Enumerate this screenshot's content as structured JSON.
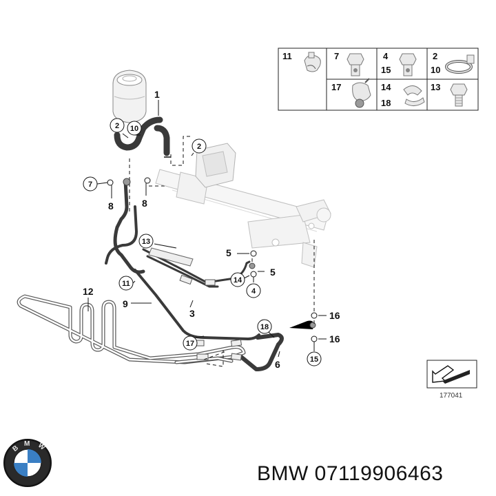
{
  "diagram": {
    "callouts": {
      "c1": "1",
      "c2a": "2",
      "c10a": "10",
      "c2b": "2",
      "c7": "7",
      "c8a": "8",
      "c8b": "8",
      "c13": "13",
      "c11": "11",
      "c9": "9",
      "c3": "3",
      "c12": "12",
      "c5a": "5",
      "c5b": "5",
      "c14": "14",
      "c4": "4",
      "c17": "17",
      "c18": "18",
      "c6": "6",
      "c16a": "16",
      "c16b": "16",
      "c15": "15"
    },
    "legend": {
      "cells": [
        {
          "top": "11",
          "bottom": ""
        },
        {
          "top": "7",
          "bottom": ""
        },
        {
          "top": "4",
          "bottom": "15"
        },
        {
          "top": "2",
          "bottom": "10"
        },
        {
          "top": "17",
          "bottom": ""
        },
        {
          "top": "14",
          "bottom": "18"
        },
        {
          "top": "13",
          "bottom": ""
        }
      ]
    },
    "figure_number": "177041"
  },
  "footer": {
    "brand_text": "BMW 07119906463",
    "logo_text": "BMW"
  }
}
